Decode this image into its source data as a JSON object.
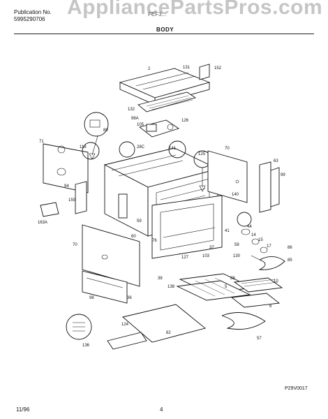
{
  "header": {
    "publication_label": "Publication No.",
    "publication_number": "5995290706",
    "model": "FEF3...",
    "section_title": "BODY",
    "watermark": "AppliancePartsPros.com"
  },
  "footer": {
    "date": "11/96",
    "page_number": "4",
    "drawing_ref": "P29V0017"
  },
  "callouts": [
    {
      "id": "c2",
      "text": "2"
    },
    {
      "id": "c131",
      "text": "131"
    },
    {
      "id": "c152",
      "text": "152"
    },
    {
      "id": "c132",
      "text": "132"
    },
    {
      "id": "c98a",
      "text": "98A"
    },
    {
      "id": "c105",
      "text": "105"
    },
    {
      "id": "c126",
      "text": "126"
    },
    {
      "id": "c89",
      "text": "89"
    },
    {
      "id": "c71",
      "text": "71"
    },
    {
      "id": "c118",
      "text": "118"
    },
    {
      "id": "c28c",
      "text": "28C"
    },
    {
      "id": "c141",
      "text": "141"
    },
    {
      "id": "c125",
      "text": "125"
    },
    {
      "id": "c70",
      "text": "70"
    },
    {
      "id": "c63",
      "text": "63"
    },
    {
      "id": "c99",
      "text": "99"
    },
    {
      "id": "c94",
      "text": "94"
    },
    {
      "id": "c150",
      "text": "150"
    },
    {
      "id": "c163a",
      "text": "163A"
    },
    {
      "id": "c59",
      "text": "59"
    },
    {
      "id": "c140",
      "text": "140"
    },
    {
      "id": "c44",
      "text": "44"
    },
    {
      "id": "c14",
      "text": "14"
    },
    {
      "id": "c15",
      "text": "15"
    },
    {
      "id": "c17",
      "text": "17"
    },
    {
      "id": "c41",
      "text": "41"
    },
    {
      "id": "c58",
      "text": "58"
    },
    {
      "id": "c60",
      "text": "60"
    },
    {
      "id": "c70b",
      "text": "70"
    },
    {
      "id": "c76",
      "text": "76"
    },
    {
      "id": "c37",
      "text": "37"
    },
    {
      "id": "c127",
      "text": "127"
    },
    {
      "id": "c103",
      "text": "103"
    },
    {
      "id": "c130",
      "text": "130"
    },
    {
      "id": "c86",
      "text": "86"
    },
    {
      "id": "c85",
      "text": "85"
    },
    {
      "id": "c88",
      "text": "88"
    },
    {
      "id": "c10",
      "text": "10"
    },
    {
      "id": "c5",
      "text": "5"
    },
    {
      "id": "c6",
      "text": "6"
    },
    {
      "id": "c138",
      "text": "138"
    },
    {
      "id": "c98",
      "text": "98"
    },
    {
      "id": "c36",
      "text": "36"
    },
    {
      "id": "c82",
      "text": "82"
    },
    {
      "id": "c136",
      "text": "136"
    },
    {
      "id": "c124",
      "text": "124"
    },
    {
      "id": "c57",
      "text": "57"
    },
    {
      "id": "c38",
      "text": "38"
    }
  ]
}
